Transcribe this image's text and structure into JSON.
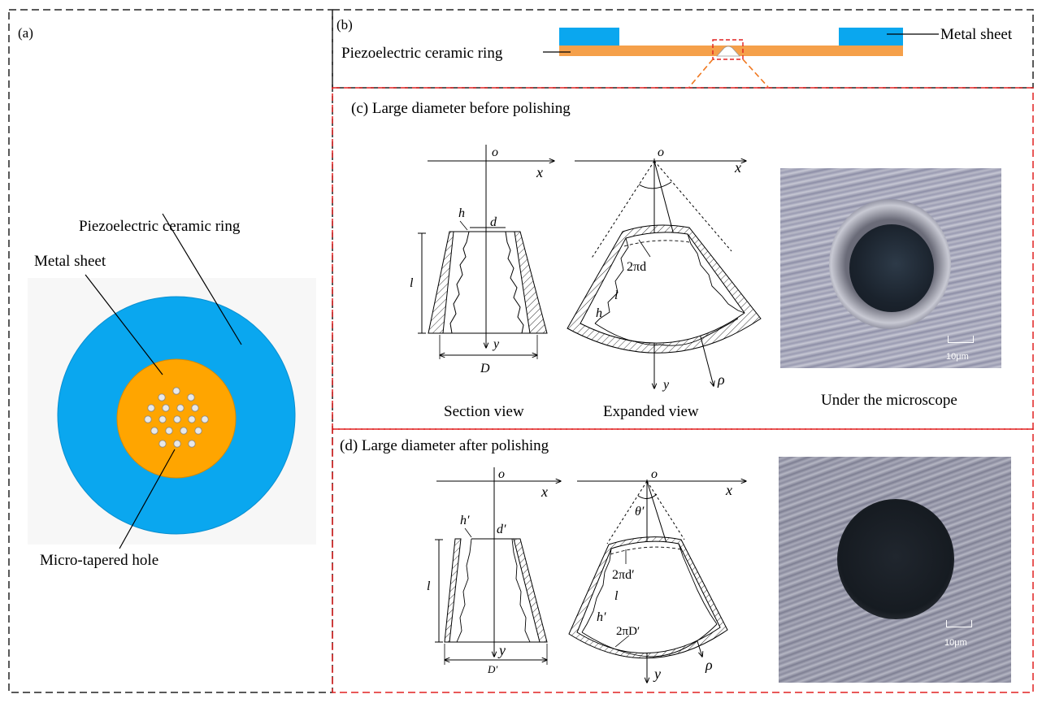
{
  "panels": {
    "a": {
      "tag": "(a)",
      "ring_label": "Piezoelectric ceramic ring",
      "metal_label": "Metal sheet",
      "hole_label": "Micro-tapered hole"
    },
    "b": {
      "tag": "(b)",
      "ring_label": "Piezoelectric ceramic ring",
      "metal_label": "Metal sheet"
    },
    "c": {
      "title": "(c) Large diameter before polishing",
      "section_caption": "Section view",
      "expanded_caption": "Expanded view",
      "microscope_caption": "Under the microscope",
      "scale_label": "10μm"
    },
    "d": {
      "title": "(d) Large diameter after polishing",
      "scale_label": "10μm"
    }
  },
  "symbols": {
    "o": "o",
    "x": "x",
    "y": "y",
    "h": "h",
    "d": "d",
    "D": "D",
    "l": "l",
    "two_pi_d": "2πd",
    "rho": "ρ",
    "h_prime": "h′",
    "d_prime": "d′",
    "D_prime": "D′",
    "theta_prime": "θ′",
    "two_pi_d_prime": "2πd′",
    "two_pi_D_prime": "2πD′"
  },
  "colors": {
    "metal": "#0aa7ef",
    "ceramic": "#f5a04a",
    "orange_core": "#ffa500",
    "red_dash": "#e02020",
    "black_dash": "#222222"
  }
}
